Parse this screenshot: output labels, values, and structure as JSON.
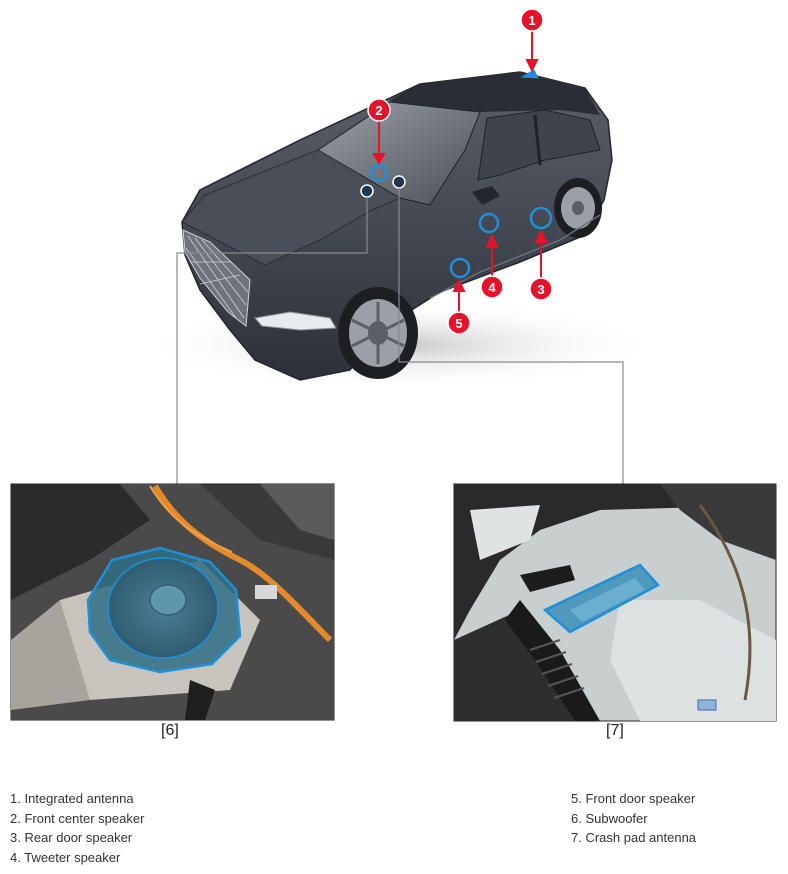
{
  "callouts": [
    {
      "number": "1",
      "label": "Integrated antenna"
    },
    {
      "number": "2",
      "label": "Front center speaker"
    },
    {
      "number": "3",
      "label": "Rear door speaker"
    },
    {
      "number": "4",
      "label": "Tweeter speaker"
    },
    {
      "number": "5",
      "label": "Front door speaker"
    }
  ],
  "panels": {
    "left_label": "[6]",
    "right_label": "[7]"
  },
  "legend": {
    "left": [
      "1. Integrated antenna",
      "2. Front center speaker",
      "3. Rear door speaker",
      "4. Tweeter speaker"
    ],
    "right": [
      "5. Front door speaker",
      "6. Subwoofer",
      "7. Crash pad antenna"
    ]
  },
  "colors": {
    "callout_red": "#e4132b",
    "highlight_blue": "#1e8fd8",
    "car_body": "#3b3f48",
    "leader_line": "#8a8a8a"
  }
}
